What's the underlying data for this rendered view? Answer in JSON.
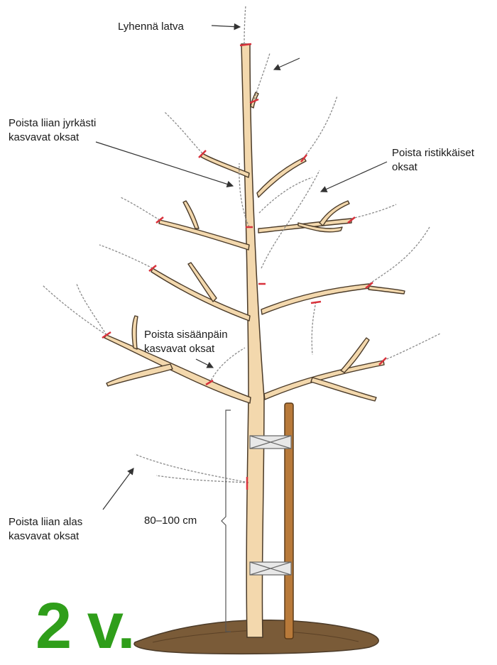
{
  "labels": {
    "shorten_top": "Lyhennä latva",
    "steep_line1": "Poista liian jyrkästi",
    "steep_line2": "kasvavat oksat",
    "crossing_line1": "Poista ristikkäiset",
    "crossing_line2": "oksat",
    "inward_line1": "Poista sisäänpäin",
    "inward_line2": "kasvavat oksat",
    "down_line1": "Poista liian alas",
    "down_line2": "kasvavat oksat",
    "height": "80–100 cm"
  },
  "year_badge": "2 v.",
  "colors": {
    "wood": "#f3d8ad",
    "wood_outline": "#4a3a28",
    "cut_mark": "#d8323c",
    "stake": "#b87a3a",
    "soil": "#7a5b38",
    "year_green": "#2f9e1a",
    "removed_branch": "#8a8a8a"
  }
}
